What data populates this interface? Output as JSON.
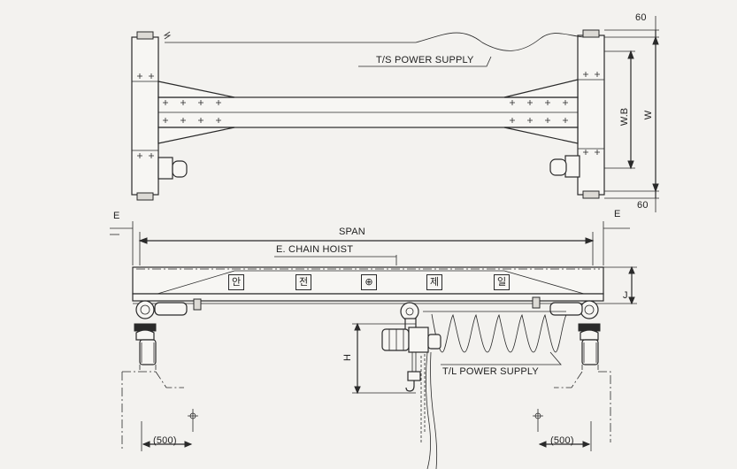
{
  "top_view": {
    "power_supply_label": "T/S POWER SUPPLY",
    "dim_top": "60",
    "dim_bottom": "60",
    "wheel_base_label": "W.B",
    "width_label": "W"
  },
  "side_view": {
    "span_label": "SPAN",
    "hoist_label": "E. CHAIN HOIST",
    "left_e_label": "E",
    "right_e_label": "E",
    "girder_height_label": "J",
    "lift_height_label": "H",
    "power_supply_label": "T/L POWER SUPPLY",
    "left_clearance": "(500)",
    "right_clearance": "(500)",
    "girder_glyphs": [
      "안",
      "전",
      "⊕",
      "제",
      "일"
    ]
  }
}
